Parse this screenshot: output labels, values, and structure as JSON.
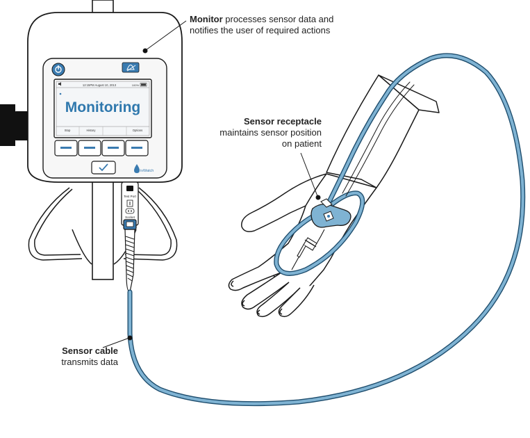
{
  "device": {
    "status_bar": "12:15PM August 10, 2013",
    "battery": "100%",
    "screen_title": "Monitoring",
    "softkeys": [
      "Stop",
      "History",
      "",
      "Options"
    ],
    "test_port_label": "Test Port",
    "socket_label": "Socket",
    "brand": "ivWatch"
  },
  "callouts": {
    "monitor": {
      "title": "Monitor",
      "text": " processes sensor data and notifies the user of required actions"
    },
    "receptacle": {
      "title": "Sensor receptacle",
      "text": "maintains sensor position on patient"
    },
    "cable": {
      "title": "Sensor cable",
      "text": "transmits data"
    }
  },
  "colors": {
    "cable": "#7fb3d3",
    "cable_outline": "#2f5f80",
    "accent": "#3a7bb0",
    "screen_text": "#2f78ad",
    "line": "#1a1a1a"
  }
}
